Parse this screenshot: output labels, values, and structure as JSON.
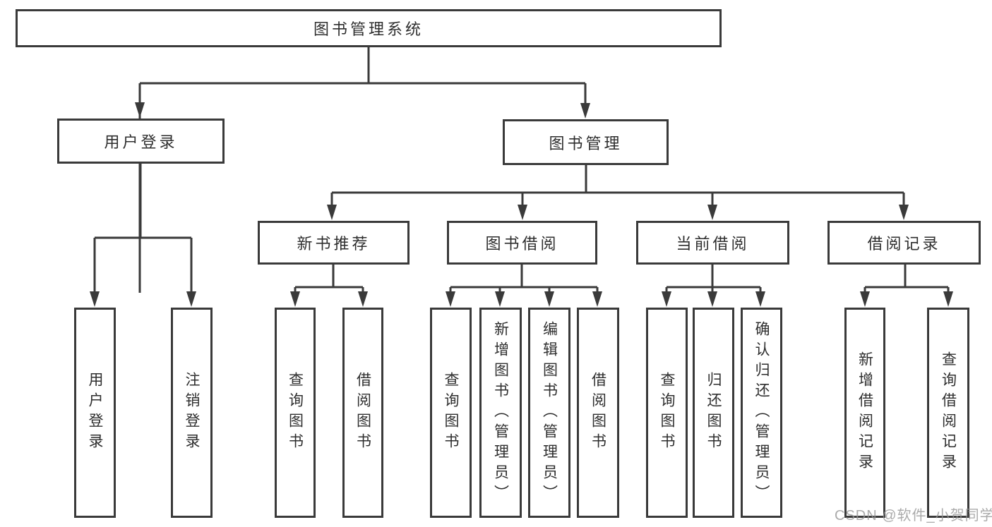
{
  "diagram_title": "图书管理系统",
  "watermark": "CSDN @软件_小贺同学",
  "nodes": {
    "root": "图书管理系统",
    "user_login": "用户登录",
    "book_mgmt": "图书管理",
    "leaf_user_login": "用户登录",
    "leaf_logout": "注销登录",
    "new_books": "新书推荐",
    "borrow": "图书借阅",
    "current": "当前借阅",
    "records": "借阅记录",
    "nb_query_books": "查询图书",
    "nb_borrow_books": "借阅图书",
    "bb_query_books": "查询图书",
    "bb_add_books": "新增图书（管理员）",
    "bb_edit_books": "编辑图书（管理员）",
    "bb_borrow_books": "借阅图书",
    "cb_query_books": "查询图书",
    "cb_return_books": "归还图书",
    "cb_confirm_return": "确认归还（管理员）",
    "rec_add_record": "新增借阅记录",
    "rec_query_record": "查询借阅记录"
  }
}
